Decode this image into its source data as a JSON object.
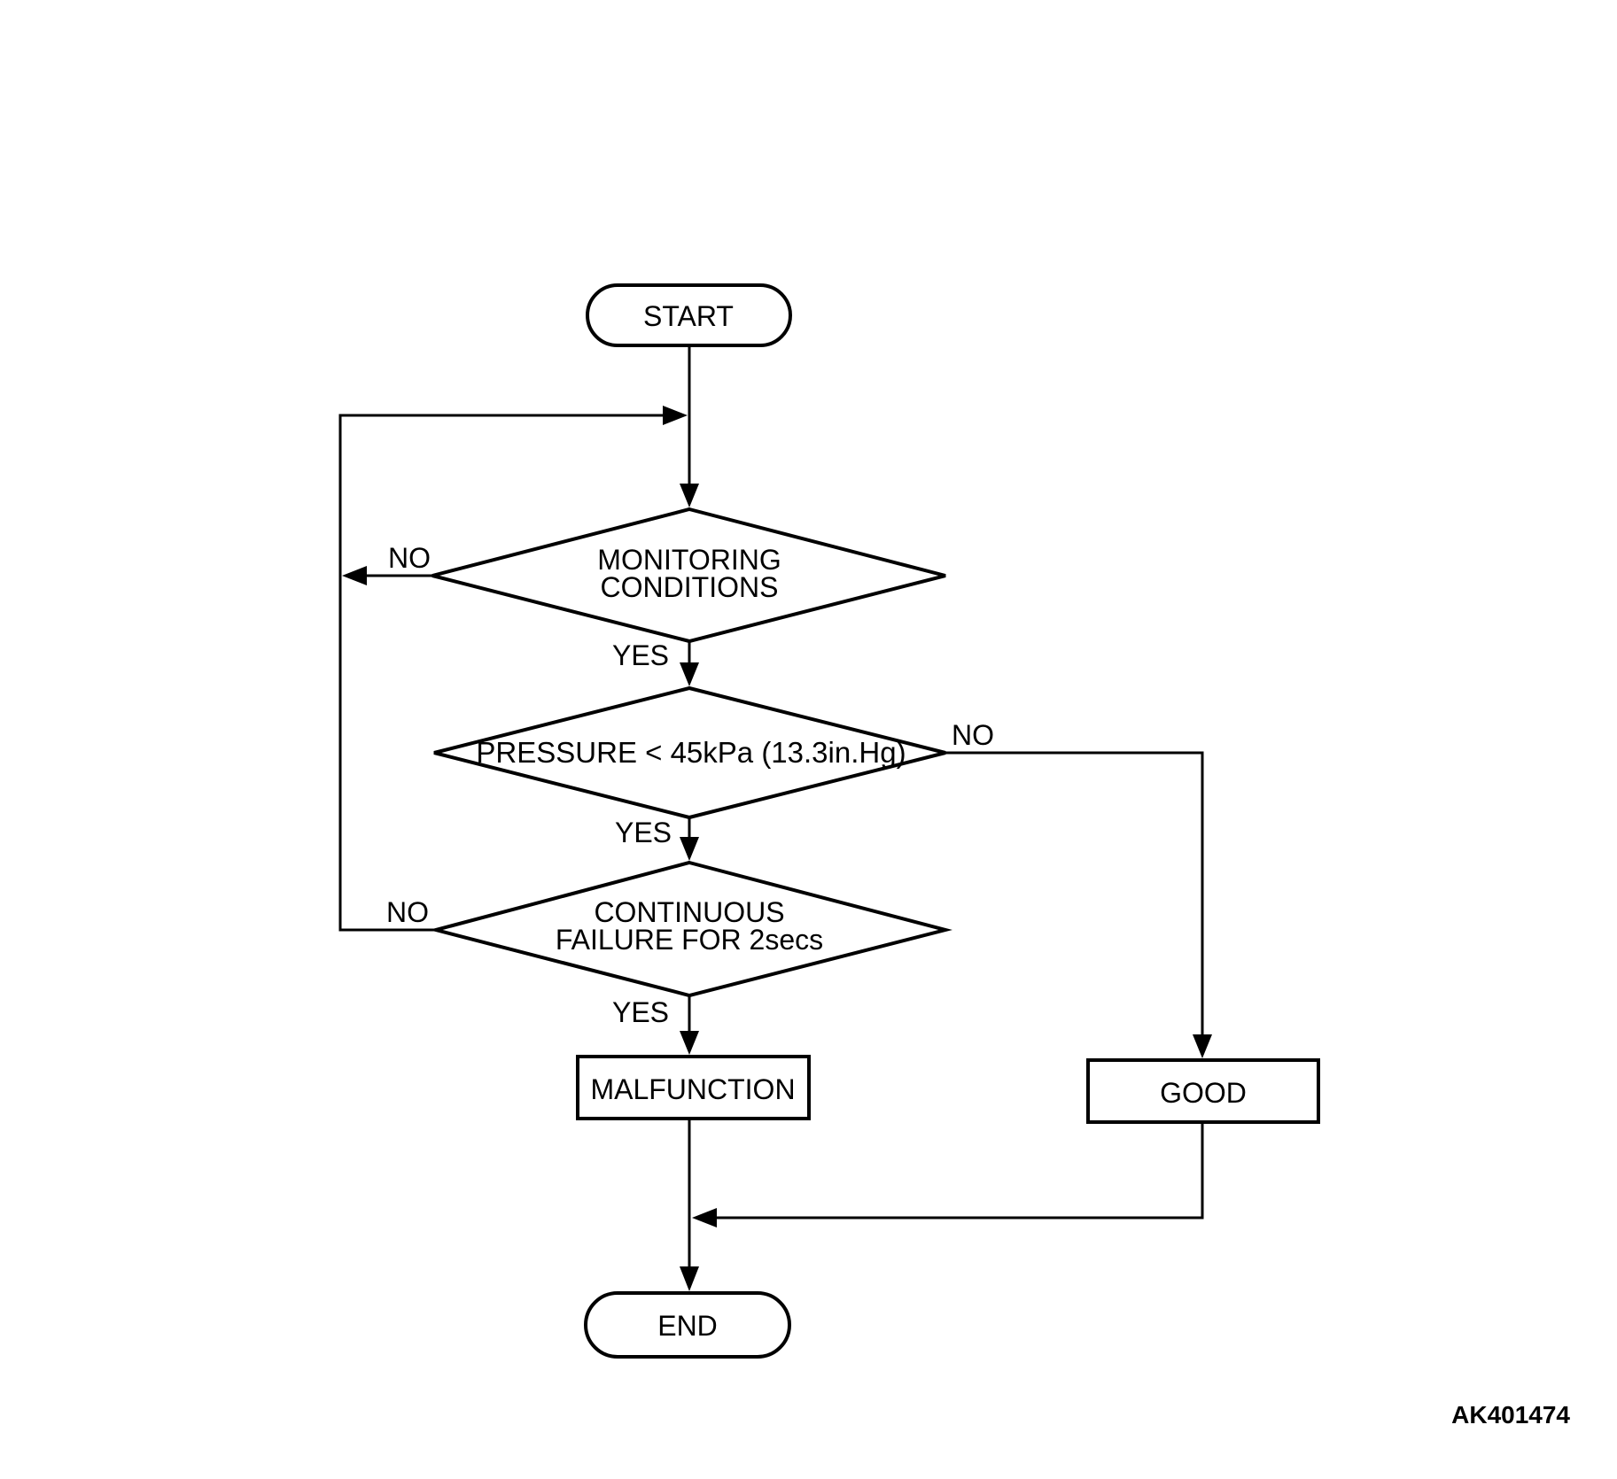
{
  "figure": {
    "code": "AK401474"
  },
  "flowchart": {
    "start": {
      "label": "START"
    },
    "decision_monitoring": {
      "label_line1": "MONITORING",
      "label_line2": "CONDITIONS",
      "no_label": "NO",
      "yes_label": "YES"
    },
    "decision_pressure": {
      "label": "PRESSURE < 45kPa (13.3in.Hg)",
      "no_label": "NO",
      "yes_label": "YES"
    },
    "decision_continuous": {
      "label_line1": "CONTINUOUS",
      "label_line2": "FAILURE FOR 2secs",
      "no_label": "NO",
      "yes_label": "YES"
    },
    "malfunction": {
      "label": "MALFUNCTION"
    },
    "good": {
      "label": "GOOD"
    },
    "end": {
      "label": "END"
    },
    "colors": {
      "line": "#000000",
      "background": "#ffffff"
    }
  }
}
